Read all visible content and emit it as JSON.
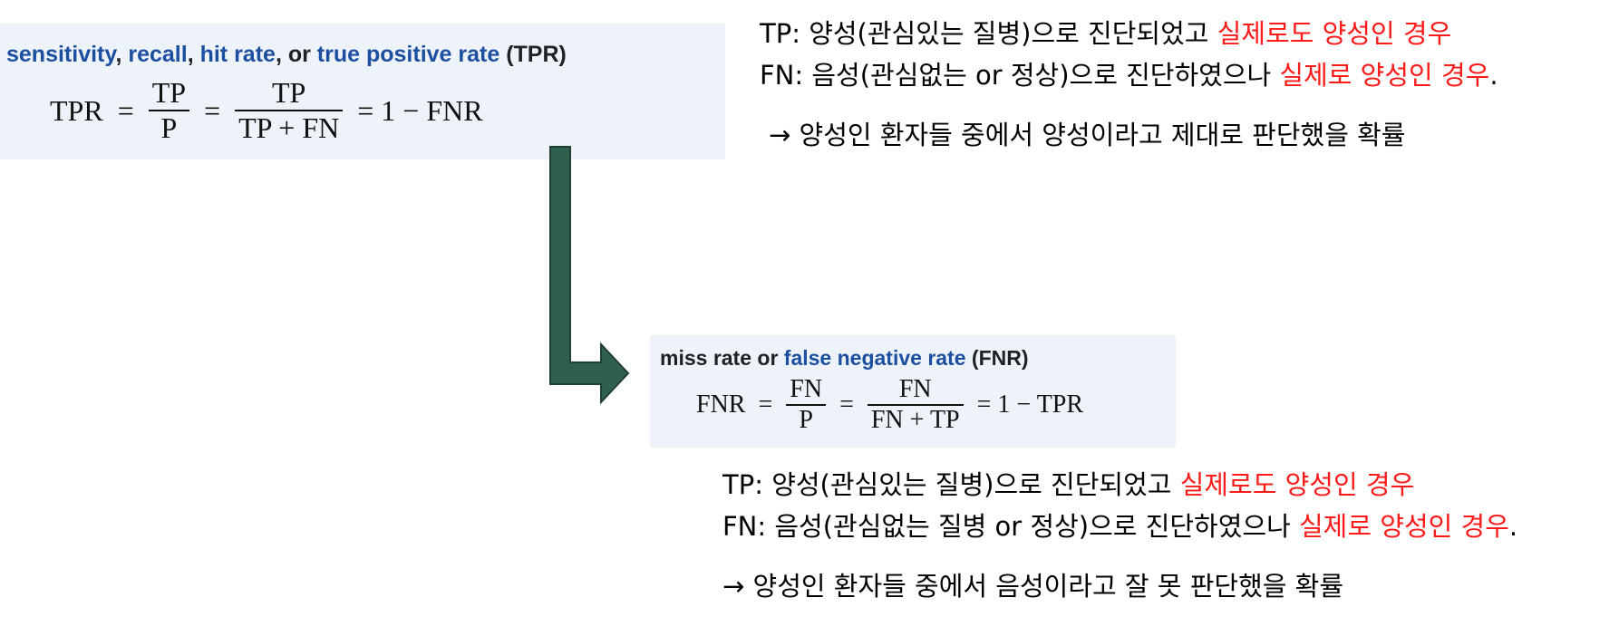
{
  "tpr_box": {
    "title_parts": [
      "sensitivity",
      ", ",
      "recall",
      ", ",
      "hit rate",
      ", or ",
      "true positive rate",
      " (TPR)"
    ],
    "formula": {
      "lhs": "TPR",
      "frac1_num": "TP",
      "frac1_den": "P",
      "frac2_num": "TP",
      "frac2_den": "TP + FN",
      "rhs": "1 − FNR"
    }
  },
  "fnr_box": {
    "title_parts": [
      "miss rate or ",
      "false negative rate",
      " (FNR)"
    ],
    "formula": {
      "lhs": "FNR",
      "frac1_num": "FN",
      "frac1_den": "P",
      "frac2_num": "FN",
      "frac2_den": "FN + TP",
      "rhs": "1 − TPR"
    }
  },
  "top_notes": {
    "tp_line_black": "TP: 양성(관심있는 질병)으로 진단되었고 ",
    "tp_line_red": "실제로도 양성인 경우",
    "fn_line_black": "FN: 음성(관심없는 or 정상)으로 진단하였으나 ",
    "fn_line_red": "실제로 양성인 경우",
    "fn_line_end": ".",
    "conclusion": "→ 양성인 환자들 중에서 양성이라고 제대로 판단했을 확률"
  },
  "bottom_notes": {
    "tp_line_black": "TP: 양성(관심있는 질병)으로 진단되었고 ",
    "tp_line_red": "실제로도 양성인 경우",
    "fn_line_black": "FN: 음성(관심없는 질병 or 정상)으로 진단하였으나 ",
    "fn_line_red": "실제로 양성인 경우",
    "fn_line_end": ".",
    "conclusion": "→ 양성인 환자들 중에서 음성이라고 잘 못 판단했을 확률"
  },
  "colors": {
    "box_bg": "#eef3fa",
    "link_blue": "#1c4fa0",
    "highlight_red": "#ff1a1a",
    "arrow_green": "#2f5f4f"
  }
}
